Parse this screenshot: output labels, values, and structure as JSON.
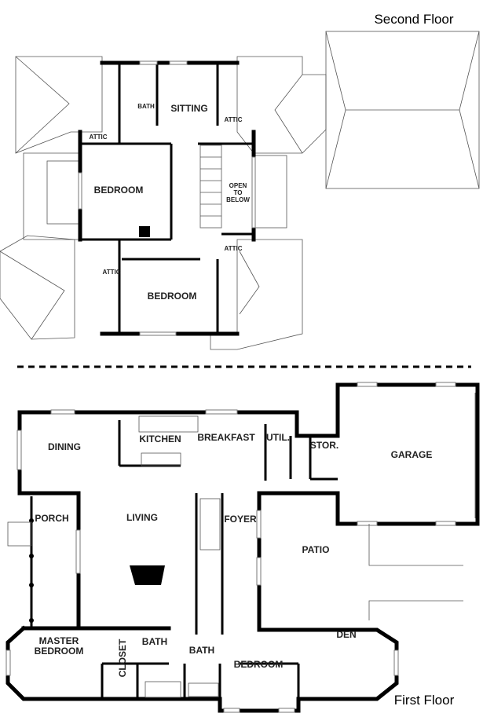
{
  "second_floor": {
    "title": "Second Floor",
    "rooms": {
      "bath": "BATH",
      "sitting": "SITTING",
      "attic_ne": "ATTIC",
      "attic_nw": "ATTIC",
      "bedroom_1": "BEDROOM",
      "open_to_below": [
        "OPEN",
        "TO",
        "BELOW"
      ],
      "attic_se": "ATTIC",
      "attic_sw": "ATTIC",
      "bedroom_2": "BEDROOM"
    }
  },
  "first_floor": {
    "title": "First Floor",
    "rooms": {
      "dining": "DINING",
      "kitchen": "KITCHEN",
      "breakfast": "BREAKFAST",
      "util": "UTIL.",
      "stor": "STOR.",
      "garage": "GARAGE",
      "porch": "PORCH",
      "living": "LIVING",
      "foyer": "FOYER",
      "patio": "PATIO",
      "master_bedroom": [
        "MASTER",
        "BEDROOM"
      ],
      "closet": "CLOSET",
      "bath_1": "BATH",
      "bath_2": "BATH",
      "bedroom": "BEDROOM",
      "den": "DEN"
    }
  }
}
